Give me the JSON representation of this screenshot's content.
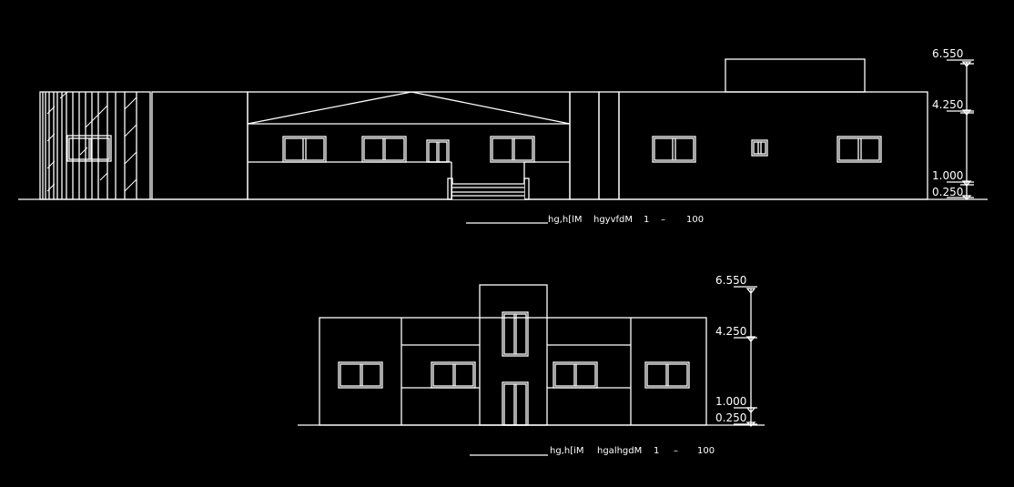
{
  "drawing": {
    "background": "#000000",
    "line_color": "#ffffff"
  },
  "elevation_1": {
    "title": "hg,h[lM   hgyvfdM   1  –    100",
    "title_parts": [
      "hg,h[lM",
      "hgyvfdM",
      "1",
      "–",
      "100"
    ],
    "levels": [
      "6.550",
      "4.250",
      "1.000",
      "0.250"
    ]
  },
  "elevation_2": {
    "title": "hg,h[iM   hgalhgdM   1  –    100",
    "title_parts": [
      "hg,h[iM",
      "hgalhgdM",
      "1",
      "–",
      "100"
    ],
    "levels": [
      "6.550",
      "4.250",
      "1.000",
      "0.250"
    ]
  }
}
